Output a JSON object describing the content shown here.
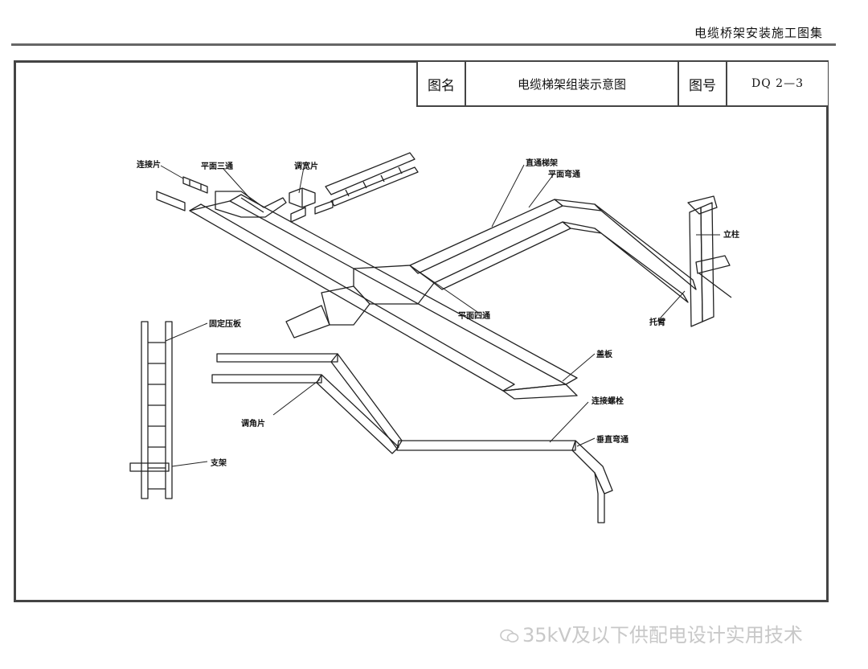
{
  "header": {
    "title": "电缆桥架安装施工图集"
  },
  "title_block": {
    "name_label": "图名",
    "name_value": "电缆梯架组装示意图",
    "number_label": "图号",
    "number_value": "DQ 2—3"
  },
  "labels": {
    "connector_plate": "连接片",
    "flat_tee": "平面三通",
    "width_adjuster": "调宽片",
    "straight_ladder": "直通梯架",
    "flat_elbow": "平面弯通",
    "column": "立柱",
    "flat_cross": "平面四通",
    "bracket_arm": "托臂",
    "fixing_plate": "固定压板",
    "cover": "盖板",
    "connecting_bolt": "连接螺栓",
    "angle_adjuster": "调角片",
    "vertical_elbow": "垂直弯通",
    "support": "支架"
  },
  "watermark": {
    "text": "35kV及以下供配电设计实用技术"
  }
}
